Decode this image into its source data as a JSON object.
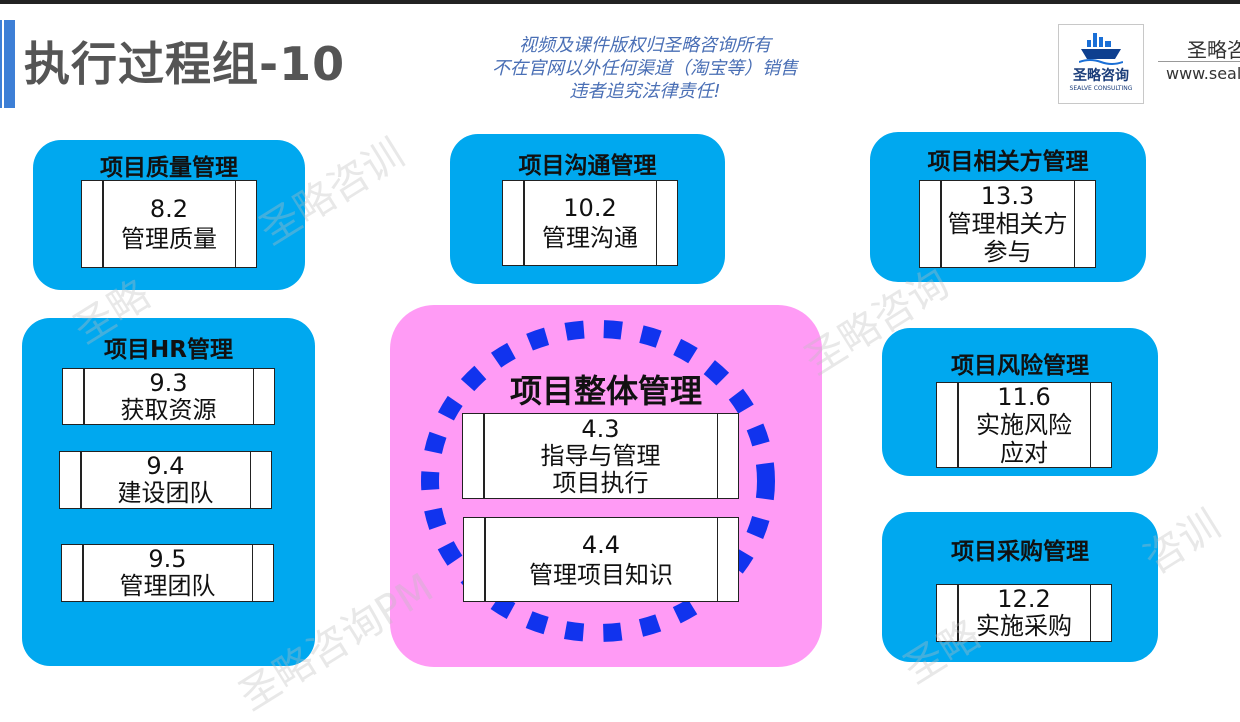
{
  "header": {
    "title": "执行过程组-10",
    "notice": [
      "视频及课件版权归圣略咨询所有",
      "不在官网以外任何渠道（淘宝等）销售",
      "违者追究法律责任!"
    ],
    "logo_text": "圣略咨询",
    "logo_sub": "SEALVE CONSULTING",
    "brand_name": "圣略咨",
    "brand_url": "www.seal"
  },
  "watermark": [
    "圣略咨训",
    "圣略",
    "圣略咨询",
    "圣略咨询PM",
    "圣略",
    "咨训"
  ],
  "panels": {
    "quality": {
      "title": "项目质量管理",
      "processes": [
        {
          "number": "8.2",
          "name": [
            "管理质量"
          ]
        }
      ]
    },
    "communication": {
      "title": "项目沟通管理",
      "processes": [
        {
          "number": "10.2",
          "name": [
            "管理沟通"
          ]
        }
      ]
    },
    "stakeholder": {
      "title": "项目相关方管理",
      "processes": [
        {
          "number": "13.3",
          "name": [
            "管理相关方",
            "参与"
          ]
        }
      ]
    },
    "hr": {
      "title": "项目HR管理",
      "processes": [
        {
          "number": "9.3",
          "name": [
            "获取资源"
          ]
        },
        {
          "number": "9.4",
          "name": [
            "建设团队"
          ]
        },
        {
          "number": "9.5",
          "name": [
            "管理团队"
          ]
        }
      ]
    },
    "integration": {
      "title": "项目整体管理",
      "processes": [
        {
          "number": "4.3",
          "name": [
            "指导与管理",
            "项目执行"
          ]
        },
        {
          "number": "4.4",
          "name": [
            "管理项目知识"
          ]
        }
      ]
    },
    "risk": {
      "title": "项目风险管理",
      "processes": [
        {
          "number": "11.6",
          "name": [
            "实施风险",
            "应对"
          ]
        }
      ]
    },
    "procurement": {
      "title": "项目采购管理",
      "processes": [
        {
          "number": "12.2",
          "name": [
            "实施采购"
          ]
        }
      ]
    }
  },
  "colors": {
    "panel": "#00a8ef",
    "integration_panel": "#ff9bf5",
    "ring": "#1133ee",
    "accent": "#3d7fd6"
  }
}
